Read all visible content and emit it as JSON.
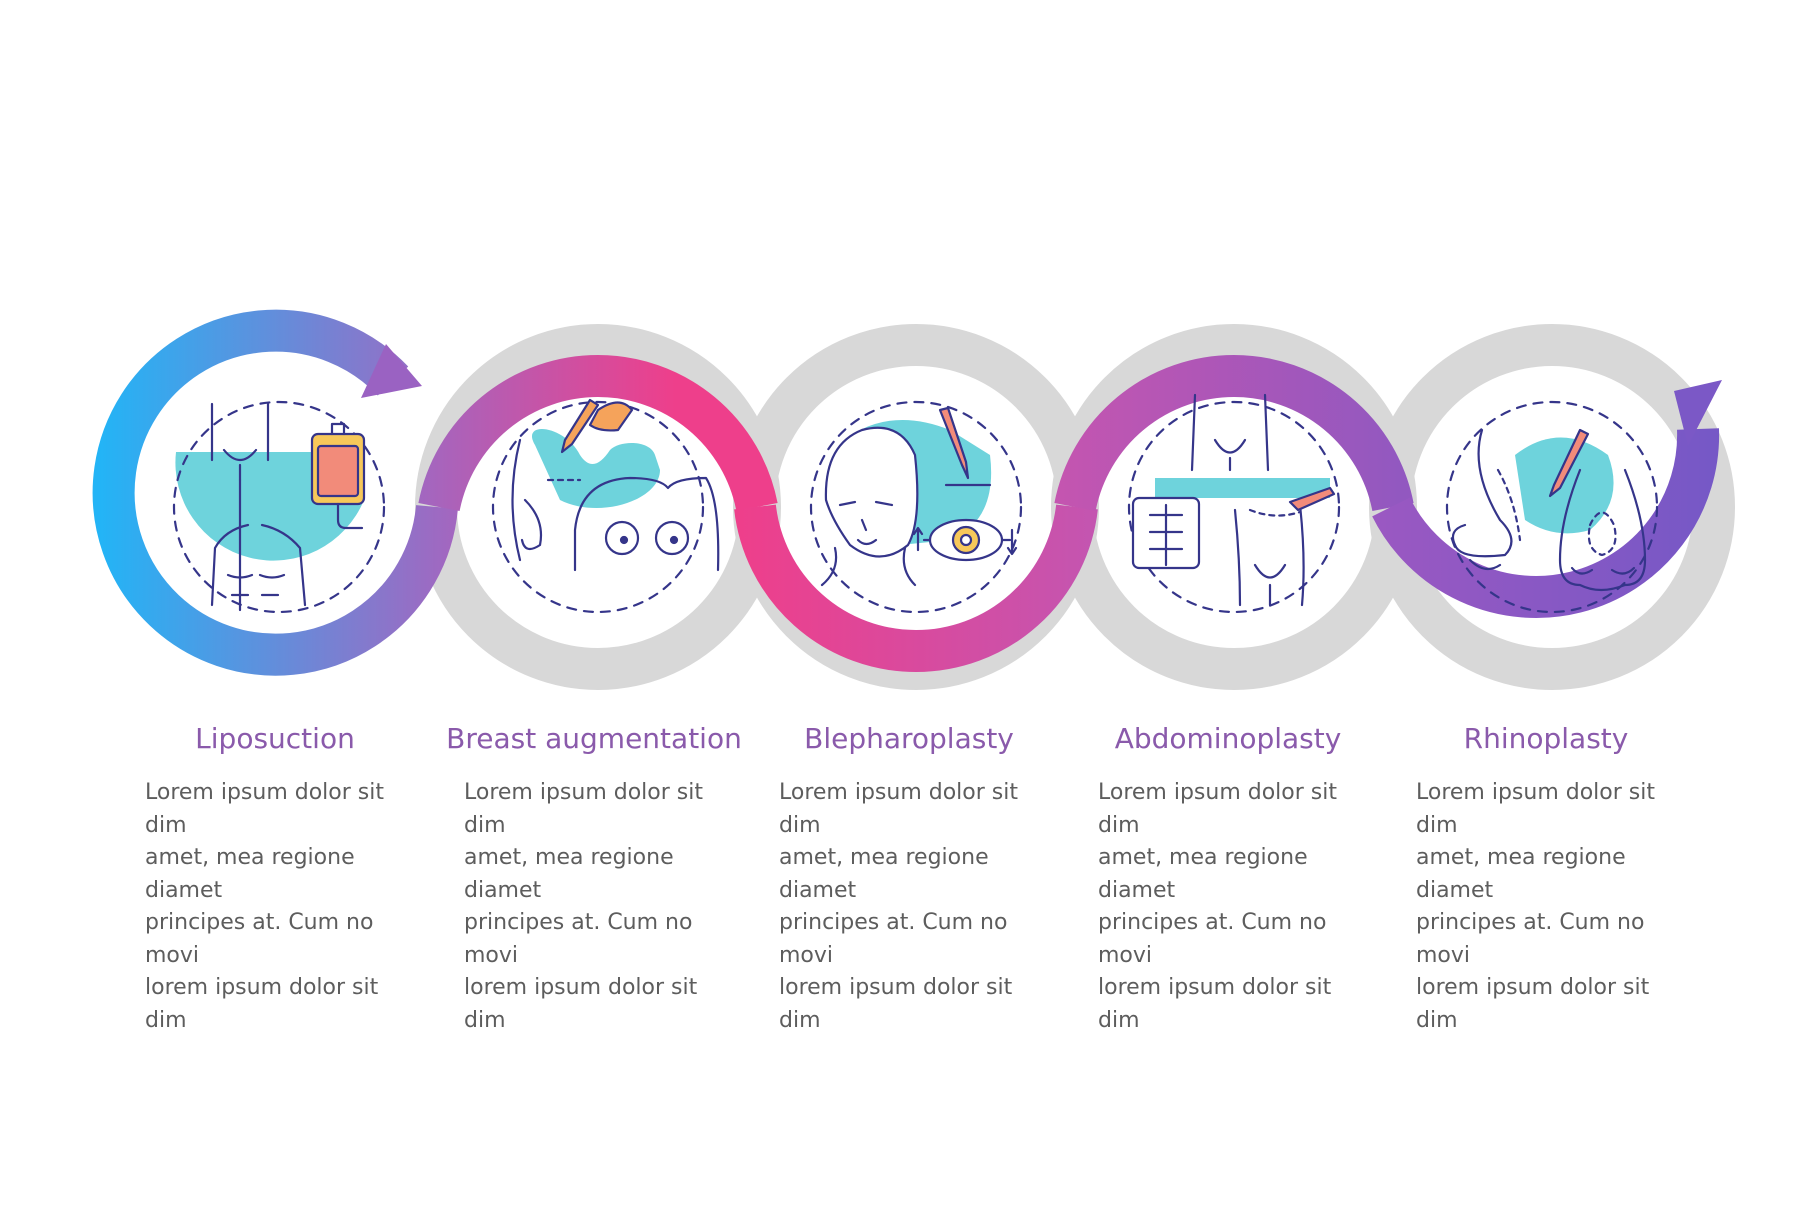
{
  "colors": {
    "ring_gray": "#d8d8d8",
    "blue": "#23b4f6",
    "violet": "#a267c0",
    "pink": "#ee3f8b",
    "purple": "#8059c4",
    "teal": "#6ed3dc",
    "outline": "#35358a",
    "title": "#8a5aab",
    "body_text": "#5d5d5d",
    "orange": "#f5a35b",
    "salmon": "#f28b7a",
    "yellow": "#f7c85a"
  },
  "steps": [
    {
      "title": "Liposuction",
      "icon": "liposuction-icon",
      "lines": [
        "Lorem ipsum dolor sit dim",
        "amet, mea regione diamet",
        "principes at. Cum no movi",
        "lorem ipsum dolor sit dim"
      ]
    },
    {
      "title": "Breast augmentation",
      "icon": "breast-augmentation-icon",
      "lines": [
        "Lorem ipsum dolor sit dim",
        "amet, mea regione diamet",
        "principes at. Cum no movi",
        "lorem ipsum dolor sit dim"
      ]
    },
    {
      "title": "Blepharoplasty",
      "icon": "blepharoplasty-icon",
      "lines": [
        "Lorem ipsum dolor sit dim",
        "amet, mea regione diamet",
        "principes at. Cum no movi",
        "lorem ipsum dolor sit dim"
      ]
    },
    {
      "title": "Abdominoplasty",
      "icon": "abdominoplasty-icon",
      "lines": [
        "Lorem ipsum dolor sit dim",
        "amet, mea regione diamet",
        "principes at. Cum no movi",
        "lorem ipsum dolor sit dim"
      ]
    },
    {
      "title": "Rhinoplasty",
      "icon": "rhinoplasty-icon",
      "lines": [
        "Lorem ipsum dolor sit dim",
        "amet, mea regione diamet",
        "principes at. Cum no movi",
        "lorem ipsum dolor sit dim"
      ]
    }
  ]
}
